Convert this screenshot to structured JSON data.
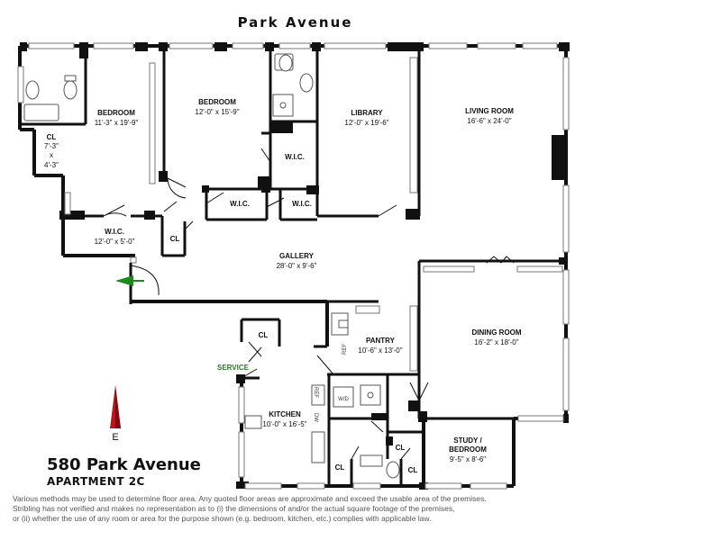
{
  "street": "Park Avenue",
  "address": "580 Park Avenue",
  "apartment": "APARTMENT 2C",
  "compass": "E",
  "service": "SERVICE",
  "rooms": {
    "bedroom1": {
      "name": "BEDROOM",
      "dim": "11'-3\" x 19'-9\""
    },
    "bedroom2": {
      "name": "BEDROOM",
      "dim": "12'-0\" x 15'-9\""
    },
    "library": {
      "name": "LIBRARY",
      "dim": "12'-0\" x 19'-6\""
    },
    "living": {
      "name": "LIVING ROOM",
      "dim": "16'-6\" x 24'-0\""
    },
    "cl1": {
      "l1": "CL",
      "l2": "7'-3\"",
      "l3": "x",
      "l4": "4'-3\""
    },
    "wic_a": "W.I.C.",
    "wic_b": "W.I.C.",
    "wic_c": "W.I.C.",
    "wic_main": {
      "name": "W.I.C.",
      "dim": "12'-0\" x 5'-0\""
    },
    "cl2": "CL",
    "gallery": {
      "name": "GALLERY",
      "dim": "28'-0\" x 9'-6\""
    },
    "cl3": "CL",
    "pantry": {
      "name": "PANTRY",
      "dim": "10'-6\" x 13'-0\""
    },
    "dining": {
      "name": "DINING ROOM",
      "dim": "16'-2\" x 18'-0\""
    },
    "kitchen": {
      "name": "KITCHEN",
      "dim": "10'-0\" x 16'-5\""
    },
    "study": {
      "name1": "STUDY /",
      "name2": "BEDROOM",
      "dim": "9'-5\" x 8'-6\""
    },
    "cl4": "CL",
    "cl5": "CL",
    "cl6": "CL"
  },
  "appliances": {
    "ref1": "REF",
    "ref2": "REF",
    "dw": "DW",
    "wd": "W/D"
  },
  "disclaimer": [
    "Various methods may be used to determine floor area.  Any quoted floor areas are approximate and exceed the usable area of the premises.",
    "Stribling has not verified and makes no representation as to (i) the dimensions of and/or the actual square footage of the premises,",
    "or (ii) whether the use of any room or area for the purpose shown (e.g. bedroom, kitchen, etc.) complies with applicable law."
  ],
  "colors": {
    "wall": "#111111",
    "compass_arrow": "#c0111a",
    "entry_arrow": "#1c8a1c",
    "service_text": "#2a7a2a",
    "window": "#777777"
  }
}
